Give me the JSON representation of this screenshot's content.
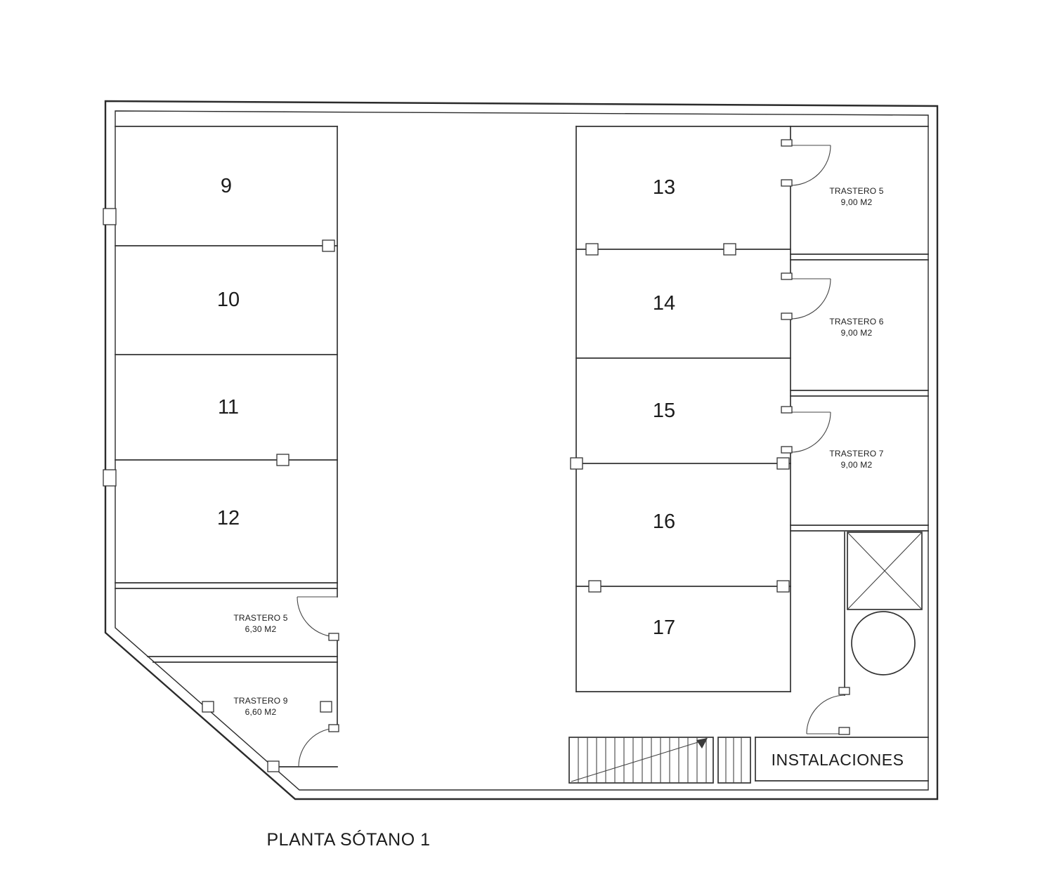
{
  "title": "PLANTA SÓTANO 1",
  "colors": {
    "background": "#ffffff",
    "line": "#333333",
    "text": "#1c1c1c"
  },
  "parking": {
    "left": [
      "9",
      "10",
      "11",
      "12"
    ],
    "middle": [
      "13",
      "14",
      "15",
      "16",
      "17"
    ]
  },
  "trasteros_right": [
    {
      "name": "TRASTERO 5",
      "area": "9,00 M2"
    },
    {
      "name": "TRASTERO 6",
      "area": "9,00 M2"
    },
    {
      "name": "TRASTERO 7",
      "area": "9,00 M2"
    }
  ],
  "trasteros_left": [
    {
      "name": "TRASTERO 5",
      "area": "6,30 M2"
    },
    {
      "name": "TRASTERO 9",
      "area": "6,60 M2"
    }
  ],
  "utility_room": {
    "label": "INSTALACIONES"
  }
}
